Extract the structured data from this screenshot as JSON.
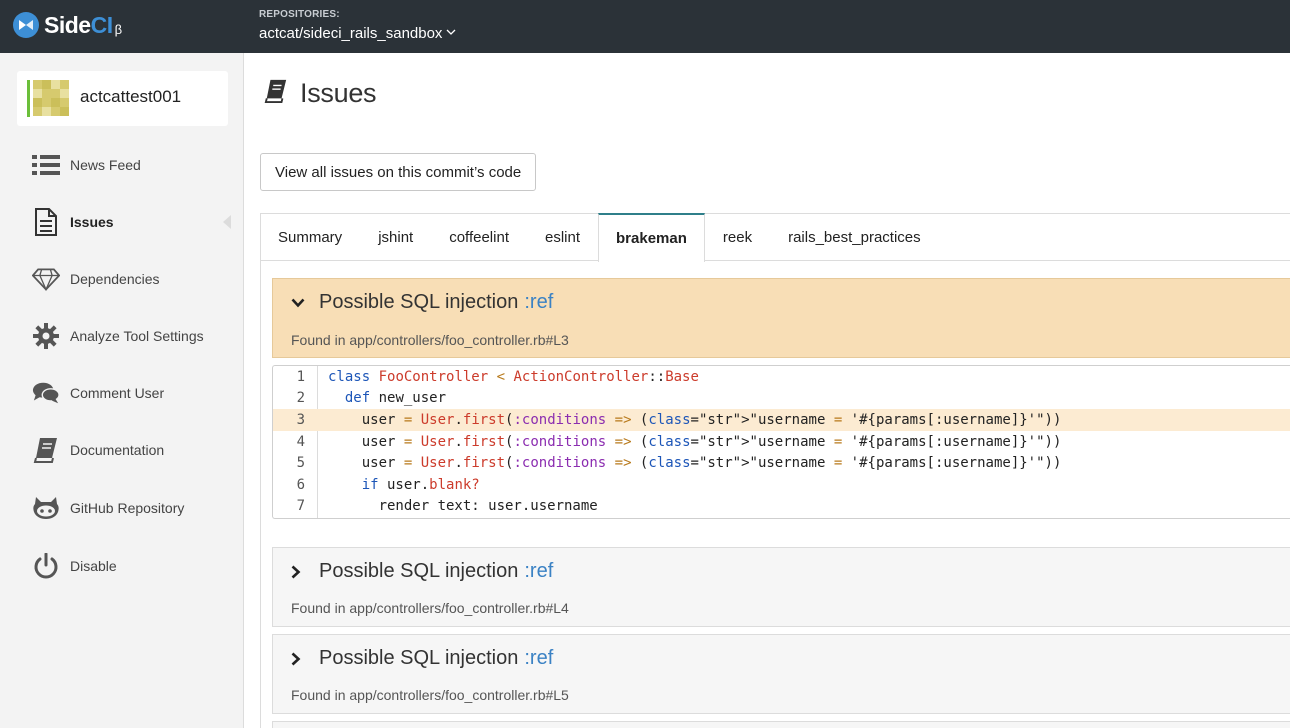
{
  "topbar": {
    "logo_side": "Side",
    "logo_ci": "CI",
    "logo_beta": "β",
    "repo_label": "REPOSITORIES:",
    "repo_name": "actcat/sideci_rails_sandbox"
  },
  "sidebar": {
    "username": "actcattest001",
    "items": [
      {
        "label": "News Feed",
        "icon": "list-icon"
      },
      {
        "label": "Issues",
        "icon": "file-text-icon",
        "active": true
      },
      {
        "label": "Dependencies",
        "icon": "diamond-icon"
      },
      {
        "label": "Analyze Tool Settings",
        "icon": "gear-icon"
      },
      {
        "label": "Comment User",
        "icon": "comments-icon"
      },
      {
        "label": "Documentation",
        "icon": "book-icon"
      },
      {
        "label": "GitHub Repository",
        "icon": "github-icon"
      },
      {
        "label": "Disable",
        "icon": "power-icon"
      }
    ]
  },
  "main": {
    "title": "Issues",
    "view_all_button": "View all issues on this commit’s code",
    "tabs": [
      "Summary",
      "jshint",
      "coffeelint",
      "eslint",
      "brakeman",
      "reek",
      "rails_best_practices"
    ],
    "active_tab": "brakeman"
  },
  "issues": [
    {
      "title": "Possible SQL injection",
      "ref": ":ref",
      "found": "Found in app/controllers/foo_controller.rb#L3",
      "expanded": true
    },
    {
      "title": "Possible SQL injection",
      "ref": ":ref",
      "found": "Found in app/controllers/foo_controller.rb#L4",
      "expanded": false
    },
    {
      "title": "Possible SQL injection",
      "ref": ":ref",
      "found": "Found in app/controllers/foo_controller.rb#L5",
      "expanded": false
    }
  ],
  "code": {
    "highlight_line": 3,
    "lines": [
      {
        "n": "1",
        "text": "class FooController < ActionController::Base"
      },
      {
        "n": "2",
        "text": "  def new_user"
      },
      {
        "n": "3",
        "text": "    user = User.first(:conditions => (\"username = '#{params[:username]}'\"))"
      },
      {
        "n": "4",
        "text": "    user = User.first(:conditions => (\"username = '#{params[:username]}'\"))"
      },
      {
        "n": "5",
        "text": "    user = User.first(:conditions => (\"username = '#{params[:username]}'\"))"
      },
      {
        "n": "6",
        "text": "    if user.blank?"
      },
      {
        "n": "7",
        "text": "      render text: user.username"
      }
    ]
  },
  "colors": {
    "topbar": "#2b3238",
    "accent_blue": "#3b82c4",
    "issue_open_bg": "#f8deb6",
    "active_tab_border": "#2f7f8a"
  }
}
